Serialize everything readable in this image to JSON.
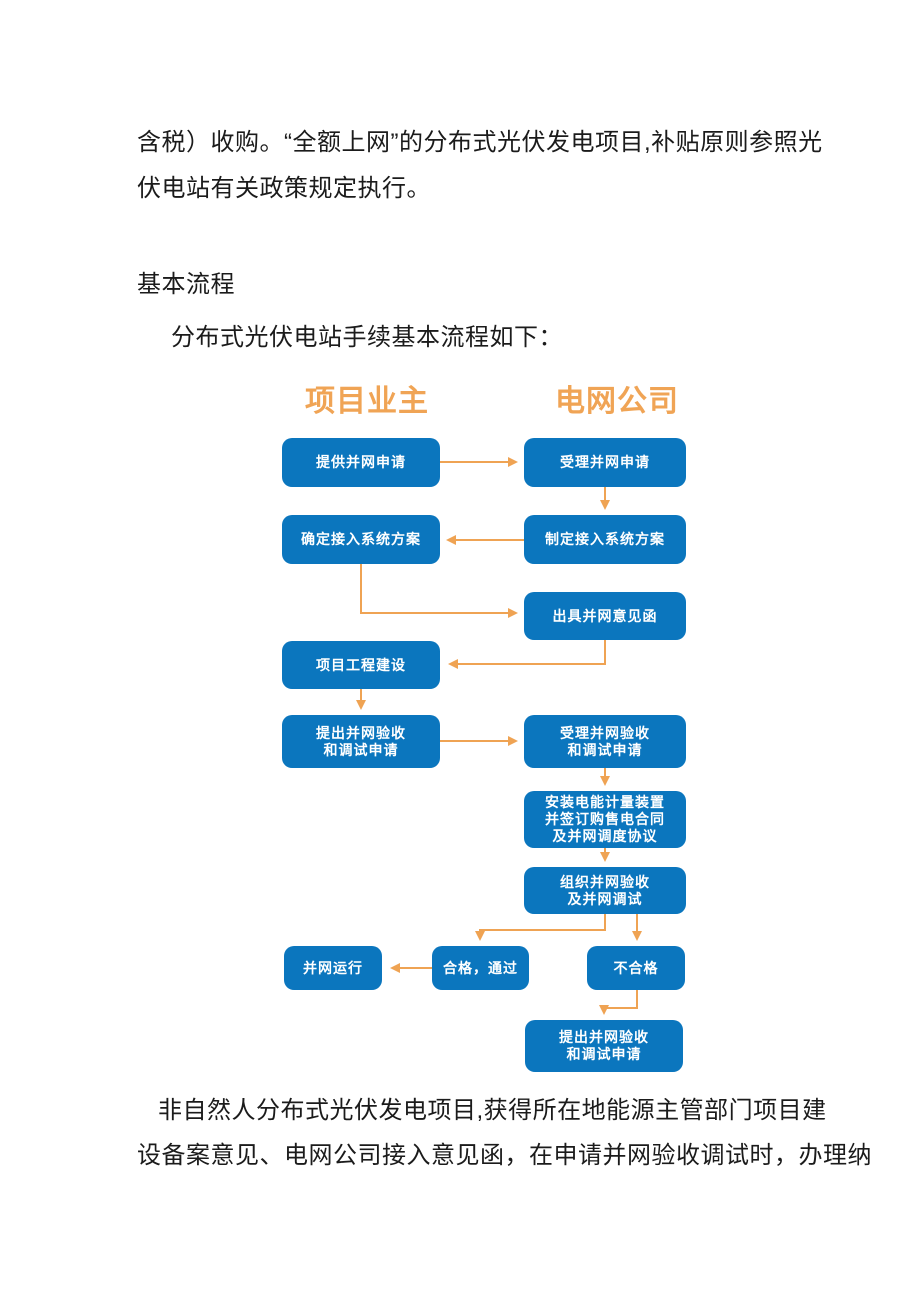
{
  "document": {
    "paragraph_top": {
      "line1": "含税）收购。“全额上网”的分布式光伏发电项目,补贴原则参照光",
      "line2": "伏电站有关政策规定执行。"
    },
    "heading": "基本流程",
    "intro": "分布式光伏电站手续基本流程如下：",
    "paragraph_bottom": {
      "line1": "非自然人分布式光伏发电项目,获得所在地能源主管部门项目建",
      "line2": "设备案意见、电网公司接入意见函，在申请并网验收调试时，办理纳"
    }
  },
  "flowchart": {
    "column_headers": [
      {
        "label": "项目业主"
      },
      {
        "label": "电网公司"
      }
    ],
    "nodes": [
      {
        "id": "provide-grid-application",
        "label": "提供并网申请"
      },
      {
        "id": "accept-grid-application",
        "label": "受理并网申请"
      },
      {
        "id": "confirm-access-plan",
        "label": "确定接入系统方案"
      },
      {
        "id": "draft-access-plan",
        "label": "制定接入系统方案"
      },
      {
        "id": "issue-opinion-letter",
        "label": "出具并网意见函"
      },
      {
        "id": "project-construction",
        "label": "项目工程建设"
      },
      {
        "id": "submit-acceptance-application",
        "label": "提出并网验收\n和调试申请"
      },
      {
        "id": "accept-acceptance-application",
        "label": "受理并网验收\n和调试申请"
      },
      {
        "id": "install-metering-sign-contracts",
        "label": "安装电能计量装置\n并签订购售电合同\n及并网调度协议"
      },
      {
        "id": "organize-acceptance-debugging",
        "label": "组织并网验收\n及并网调试"
      },
      {
        "id": "grid-connected-operation",
        "label": "并网运行"
      },
      {
        "id": "qualified-pass",
        "label": "合格，通过"
      },
      {
        "id": "not-qualified",
        "label": "不合格"
      },
      {
        "id": "resubmit-acceptance-application",
        "label": "提出并网验收\n和调试申请"
      }
    ],
    "edges": [
      {
        "from": "provide-grid-application",
        "to": "accept-grid-application"
      },
      {
        "from": "accept-grid-application",
        "to": "draft-access-plan"
      },
      {
        "from": "draft-access-plan",
        "to": "confirm-access-plan"
      },
      {
        "from": "confirm-access-plan",
        "to": "issue-opinion-letter"
      },
      {
        "from": "issue-opinion-letter",
        "to": "project-construction"
      },
      {
        "from": "project-construction",
        "to": "submit-acceptance-application"
      },
      {
        "from": "submit-acceptance-application",
        "to": "accept-acceptance-application"
      },
      {
        "from": "accept-acceptance-application",
        "to": "install-metering-sign-contracts"
      },
      {
        "from": "install-metering-sign-contracts",
        "to": "organize-acceptance-debugging"
      },
      {
        "from": "organize-acceptance-debugging",
        "to": "qualified-pass"
      },
      {
        "from": "organize-acceptance-debugging",
        "to": "not-qualified"
      },
      {
        "from": "qualified-pass",
        "to": "grid-connected-operation"
      },
      {
        "from": "not-qualified",
        "to": "resubmit-acceptance-application"
      }
    ],
    "colors": {
      "node_fill": "#0B76BE",
      "node_text": "#FFFFFF",
      "arrow": "#EFA353",
      "header_text": "#F0A455"
    }
  }
}
